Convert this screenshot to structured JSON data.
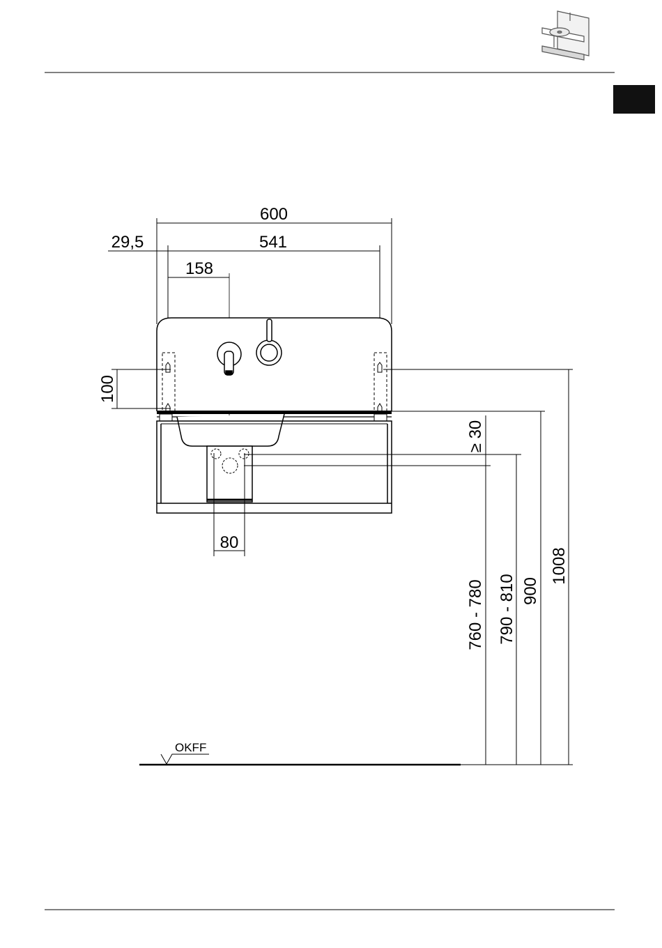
{
  "header": {
    "product_icon": "sink-with-shelf-icon",
    "tab_color": "#111111"
  },
  "dimensions": {
    "overall_width": "600",
    "fixing_offset": "29,5",
    "fixing_span": "541",
    "tap_offset": "158",
    "fixing_vertical": "100",
    "waste_width": "80",
    "clearance": "≥ 30",
    "height_760_780": "760 - 780",
    "height_790_810": "790 - 810",
    "height_900": "900",
    "height_1008": "1008"
  },
  "floor_label": "OKFF"
}
